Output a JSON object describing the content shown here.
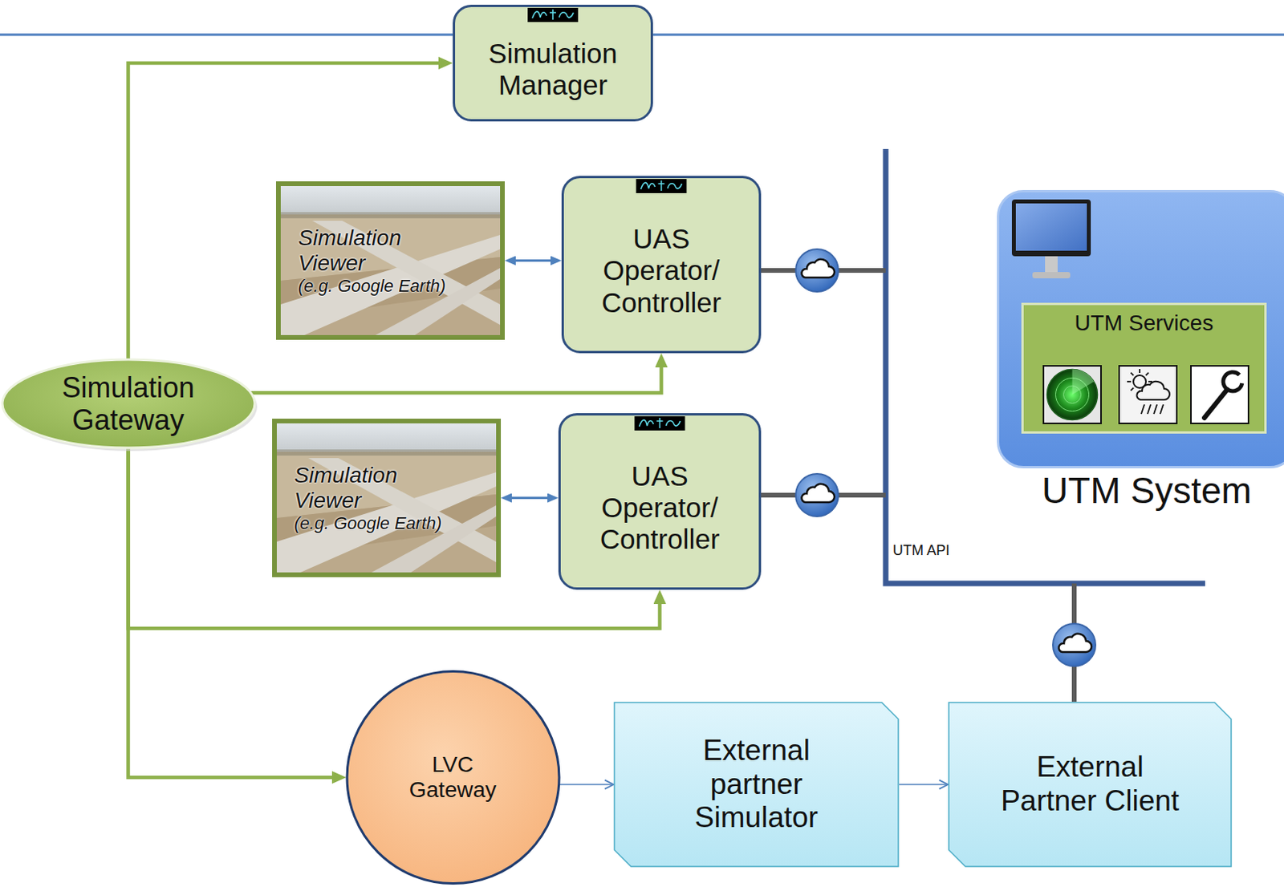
{
  "diagram": {
    "nodes": [
      {
        "text": [
          "Simulation Manager"
        ]
      },
      {
        "text": [
          "Simulation Viewer",
          "(e.g. Google Earth)"
        ]
      },
      {
        "text": [
          "UAS Operator/ Controller"
        ]
      },
      {
        "text": [
          "UTM System"
        ]
      },
      {
        "text": [
          "UTM Services"
        ],
        "in": 3
      },
      {
        "text": [
          "Simulation Gateway"
        ]
      },
      {
        "text": [
          "Simulation Viewer",
          "(e.g. Google Earth)"
        ]
      },
      {
        "text": [
          "UAS Operator/ Controller"
        ]
      },
      {
        "text": [
          "LVC Gateway"
        ]
      },
      {
        "text": [
          "External partner Simulator"
        ]
      },
      {
        "text": [
          "External Partner Client"
        ]
      }
    ],
    "edges": [
      {
        "from": 5,
        "to": 0,
        "arrow": "to"
      },
      {
        "from": 1,
        "to": 2,
        "arrow": "both"
      },
      {
        "from": 5,
        "to": 2,
        "arrow": "to"
      },
      {
        "from": 6,
        "to": 7,
        "arrow": "both"
      },
      {
        "from": 5,
        "to": 7,
        "arrow": "to"
      },
      {
        "from": 5,
        "to": 8,
        "arrow": "to"
      },
      {
        "from": 8,
        "to": 9,
        "arrow": "to"
      },
      {
        "from": 9,
        "to": 10,
        "arrow": "to"
      }
    ],
    "labels": [
      "UTM API"
    ]
  }
}
